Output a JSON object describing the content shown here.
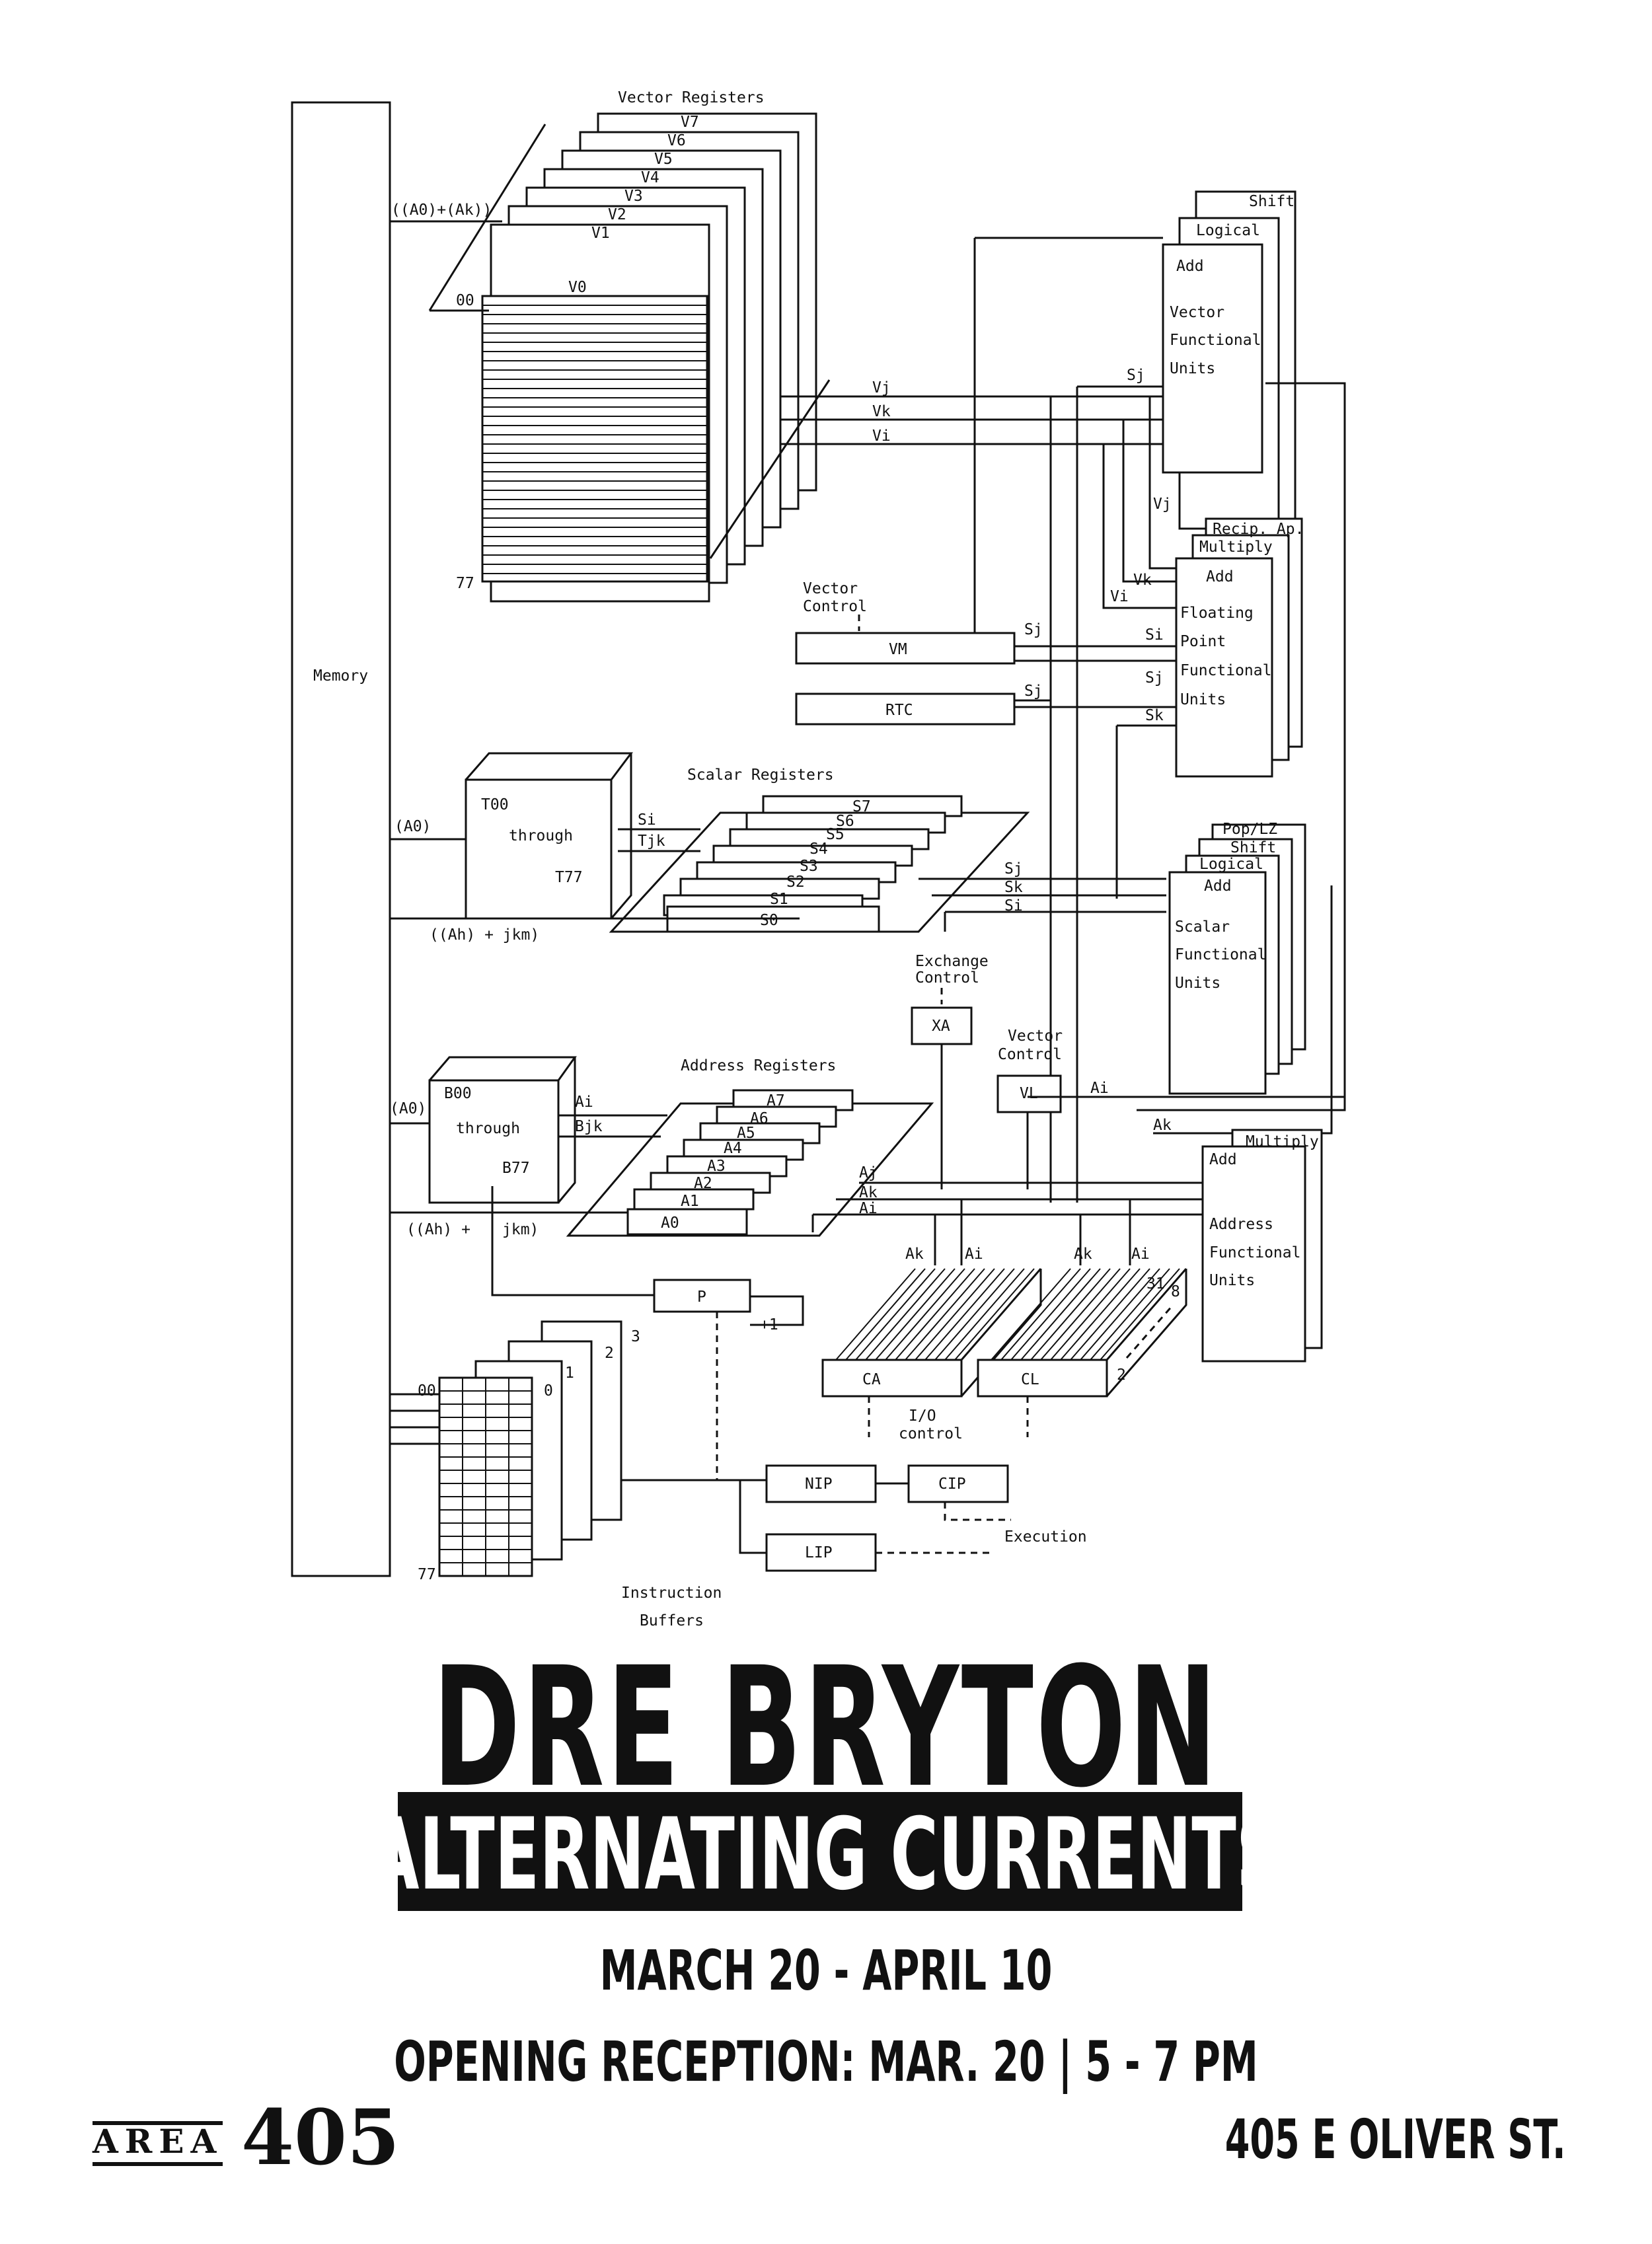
{
  "diagram": {
    "memory": "Memory",
    "vector_registers": {
      "title": "Vector Registers",
      "regs": [
        "V7",
        "V6",
        "V5",
        "V4",
        "V3",
        "V2",
        "V1",
        "V0"
      ],
      "addr_label": "((A0)+(Ak))",
      "first_index": "00",
      "last_index": "77"
    },
    "vector_units": {
      "layers": [
        "Shift",
        "Logical",
        "Add"
      ],
      "body": [
        "Vector",
        "Functional",
        "Units"
      ]
    },
    "fp_units": {
      "layers": [
        "Recip. Ap.",
        "Multiply",
        "Add"
      ],
      "body": [
        "Floating",
        "Point",
        "Functional",
        "Units"
      ]
    },
    "scalar_units": {
      "layers": [
        "Pop/LZ",
        "Shift",
        "Logical",
        "Add"
      ],
      "body": [
        "Scalar",
        "Functional",
        "Units"
      ]
    },
    "address_units": {
      "layers": [
        "Multiply",
        "Add"
      ],
      "body": [
        "Address",
        "Functional",
        "Units"
      ]
    },
    "vector_control": [
      "Vector",
      "Control"
    ],
    "vm": "VM",
    "rtc": "RTC",
    "t_block": [
      "T00",
      "through",
      "T77"
    ],
    "scalar_registers": {
      "title": "Scalar Registers",
      "regs": [
        "S7",
        "S6",
        "S5",
        "S4",
        "S3",
        "S2",
        "S1",
        "S0"
      ]
    },
    "exchange_control": [
      "Exchange",
      "Control"
    ],
    "xa": "XA",
    "vector_control_2": [
      "Vector",
      "Control"
    ],
    "vl": "VL",
    "b_block": [
      "B00",
      "through",
      "B77"
    ],
    "address_registers": {
      "title": "Address Registers",
      "regs": [
        "A7",
        "A6",
        "A5",
        "A4",
        "A3",
        "A2",
        "A1",
        "A0"
      ]
    },
    "signals": {
      "vj": "Vj",
      "vk": "Vk",
      "vi": "Vi",
      "sj": "Sj",
      "sk": "Sk",
      "si": "Si",
      "tjk": "Tjk",
      "bjk": "Bjk",
      "ai": "Ai",
      "aj": "Aj",
      "ak": "Ak",
      "a0": "(A0)",
      "ahjkm": "((Ah) + jkm)",
      "ahjkm2": "((Ah) +",
      "jkm": "jkm)"
    },
    "p": "P",
    "plus_one": "+1",
    "ca": "CA",
    "cl": "CL",
    "io_control": [
      "I/O",
      "control"
    ],
    "channels_label": "31",
    "channels_sub": "8",
    "channels_two": "2",
    "nip": "NIP",
    "cip": "CIP",
    "lip": "LIP",
    "execution": "Execution",
    "buffers": {
      "nums": [
        "0",
        "1",
        "2",
        "3"
      ],
      "first": "00",
      "last": "77",
      "label": [
        "Instruction",
        "Buffers"
      ]
    }
  },
  "poster": {
    "artist": "DRE BRYTON",
    "show": "ALTERNATING CURRENTS",
    "dates": "MARCH 20 - APRIL 10",
    "reception": "OPENING RECEPTION: MAR. 20  |  5 - 7 PM",
    "venue_word": "AREA",
    "venue_num": "405",
    "address": "405 E OLIVER ST."
  }
}
